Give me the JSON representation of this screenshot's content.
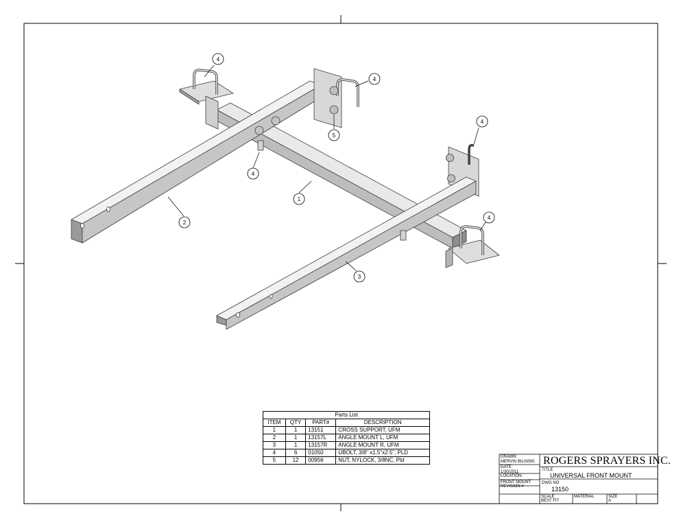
{
  "parts_list": {
    "title": "Parts List",
    "headers": [
      "ITEM",
      "QTY",
      "PART#",
      "DESCRIPTION"
    ],
    "rows": [
      [
        "1",
        "1",
        "13151",
        "CROSS SUPPORT, UFM"
      ],
      [
        "2",
        "1",
        "13157L",
        "ANGLE MOUNT L, UFM"
      ],
      [
        "3",
        "1",
        "13157R",
        "ANGLE MOUNT R, UFM"
      ],
      [
        "4",
        "6",
        "01050",
        "UBOLT, 3/8\" x1.5\"x2.5\", PLD"
      ],
      [
        "5",
        "12",
        "00956",
        "NUT, NYLOCK, 3/8NC, Pld"
      ]
    ]
  },
  "title_block": {
    "drawn_label": "DRAWN:",
    "drawn_value": "MERVIN BILINSKI",
    "date_label": "DATE:",
    "date_value": "1/30/2011",
    "location_label": "LOCATION:",
    "location_value": "FRONT MOUNT",
    "revision_label": "REVISION #",
    "company": "ROGERS SPRAYERS INC.",
    "title_label": "TITLE",
    "title_value": "UNIVERSAL FRONT MOUNT",
    "dwg_label": "DWG NO",
    "dwg_value": "13150",
    "scale_label": "SCALE",
    "scale_value": "BEST FIT",
    "material_label": "MATERIAL",
    "size_label": "SIZE",
    "size_value": "A"
  },
  "balloons": [
    "4",
    "4",
    "5",
    "4",
    "4",
    "1",
    "2",
    "3",
    "4"
  ]
}
